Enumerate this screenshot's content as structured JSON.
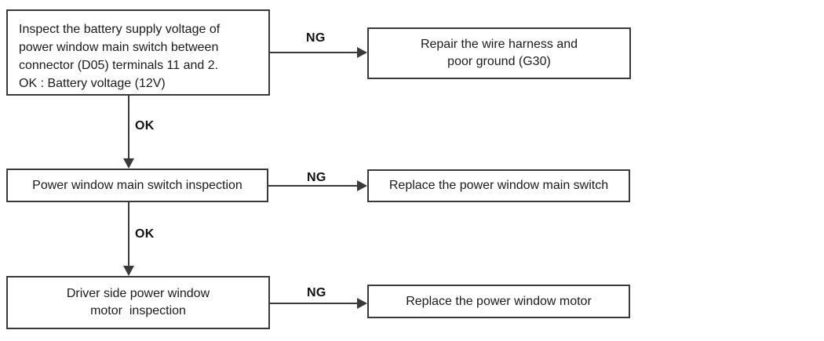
{
  "diagram": {
    "type": "flowchart",
    "background_color": "#ffffff",
    "line_color": "#3a3a3a",
    "text_color": "#1b1b1b",
    "labels": {
      "ng": "NG",
      "ok": "OK"
    },
    "nodes": {
      "inspect_voltage": {
        "lines": [
          "Inspect the battery supply voltage of",
          "power window main switch between",
          "connector (D05) terminals 11 and 2.",
          "OK : Battery voltage (12V)"
        ]
      },
      "repair_harness": {
        "lines": [
          "Repair the wire harness and",
          "poor ground (G30)"
        ]
      },
      "switch_inspection": {
        "lines": [
          "Power window main switch inspection"
        ]
      },
      "replace_switch": {
        "lines": [
          "Replace the power window main switch"
        ]
      },
      "motor_inspection": {
        "lines": [
          "Driver side power window",
          "motor  inspection"
        ]
      },
      "replace_motor": {
        "lines": [
          "Replace the power window motor"
        ]
      }
    }
  }
}
